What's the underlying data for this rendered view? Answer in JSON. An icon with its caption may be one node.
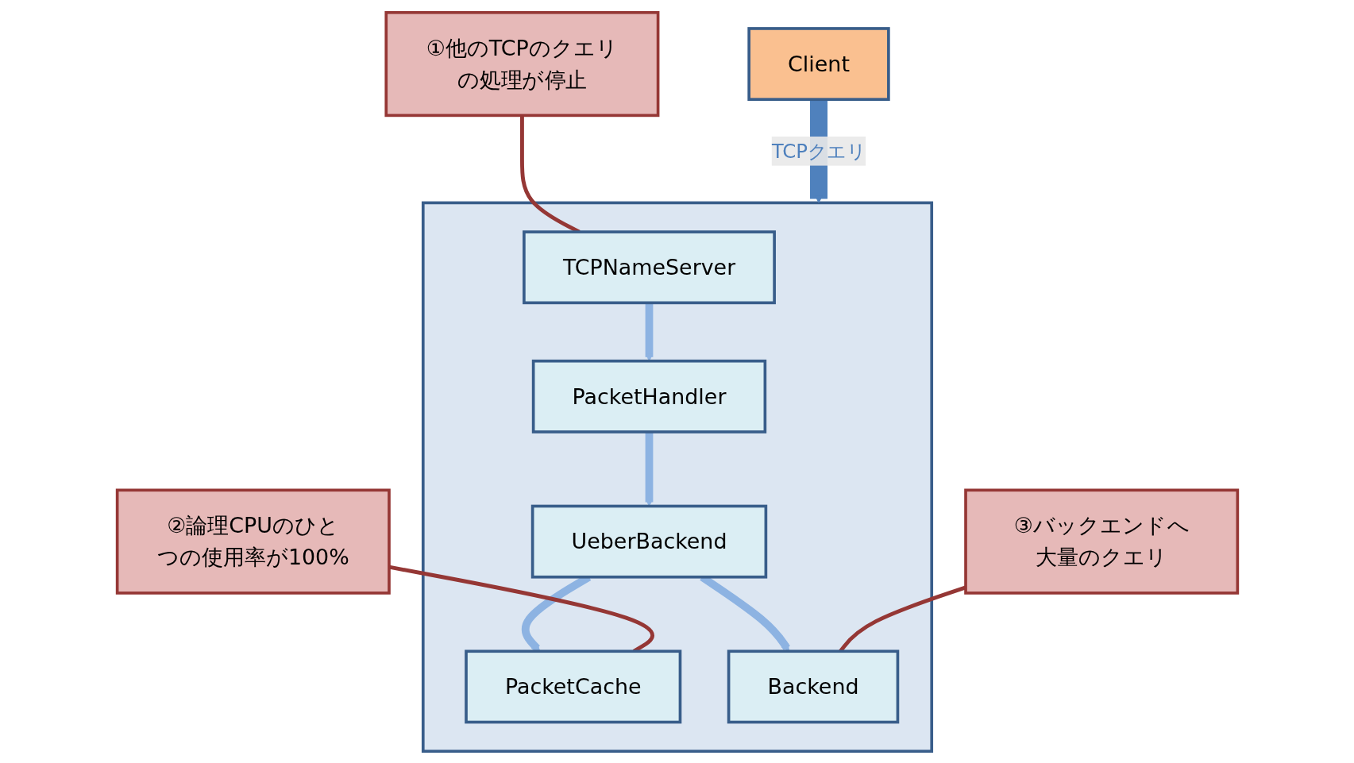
{
  "diagram": {
    "nodes": [
      {
        "text": [
          "Client"
        ]
      },
      {
        "text": [],
        "shape": "box"
      },
      {
        "text": [
          "TCPNameServer"
        ],
        "in": 1
      },
      {
        "text": [
          "PacketHandler"
        ],
        "in": 1
      },
      {
        "text": [
          "UeberBackend"
        ],
        "in": 1
      },
      {
        "text": [
          "PacketCache"
        ],
        "in": 1
      },
      {
        "text": [
          "Backend"
        ],
        "in": 1
      },
      {
        "text": [
          "①他のTCPのクエリの処理が停止"
        ]
      },
      {
        "text": [
          "②論理CPUのひとつの使用率が100%"
        ]
      },
      {
        "text": [
          "③バックエンドへ大量のクエリ"
        ]
      }
    ],
    "edges": [
      {
        "from": 0,
        "to": 1,
        "arrow": "to",
        "label": "TCPクエリ",
        "style": "thick",
        "color": "#4f81bd"
      },
      {
        "from": 2,
        "to": 3,
        "arrow": "to"
      },
      {
        "from": 3,
        "to": 4,
        "arrow": "to"
      },
      {
        "from": 4,
        "to": 5,
        "arrow": "to"
      },
      {
        "from": 4,
        "to": 6,
        "arrow": "to"
      },
      {
        "from": 7,
        "to": 2,
        "arrow": "none",
        "color": "#953735"
      },
      {
        "from": 8,
        "to": 5,
        "arrow": "none",
        "color": "#953735"
      },
      {
        "from": 9,
        "to": 6,
        "arrow": "none",
        "color": "#953735"
      }
    ]
  }
}
